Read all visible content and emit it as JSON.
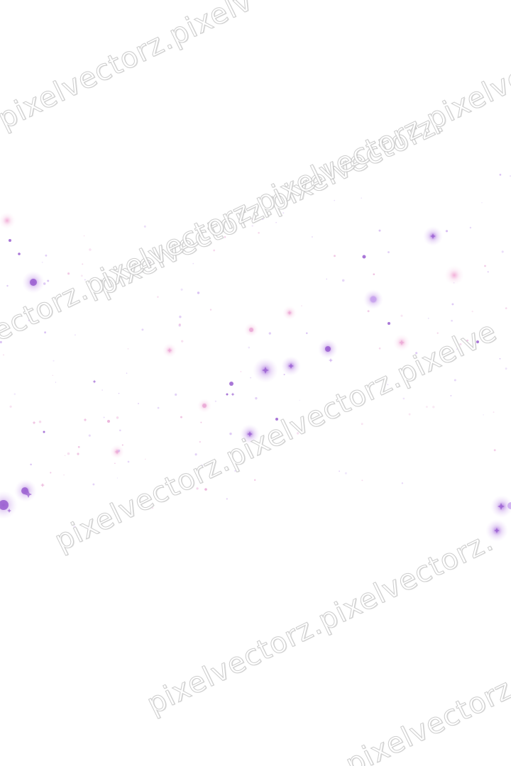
{
  "watermark": {
    "text_1": "pixelvectorz.pixelv",
    "text_2": "pixelvectorz.pixelvectorz.",
    "text_3": "vectorz.pixelvectorz.pixelvectorz.pixelvectorz.",
    "text_4": "pixelvectorz.pixelvectorz.pixelve",
    "text_5": "pixelvectorz.pixelvectorz.",
    "text_6": "pixelvectorz."
  },
  "colors": {
    "background": "#ffffff",
    "sparkle_violet": "#9a5fd0",
    "sparkle_pink": "#e9a9d6",
    "sparkle_lavender": "#c9a6ee",
    "watermark_outline": "#c9c9c9"
  }
}
